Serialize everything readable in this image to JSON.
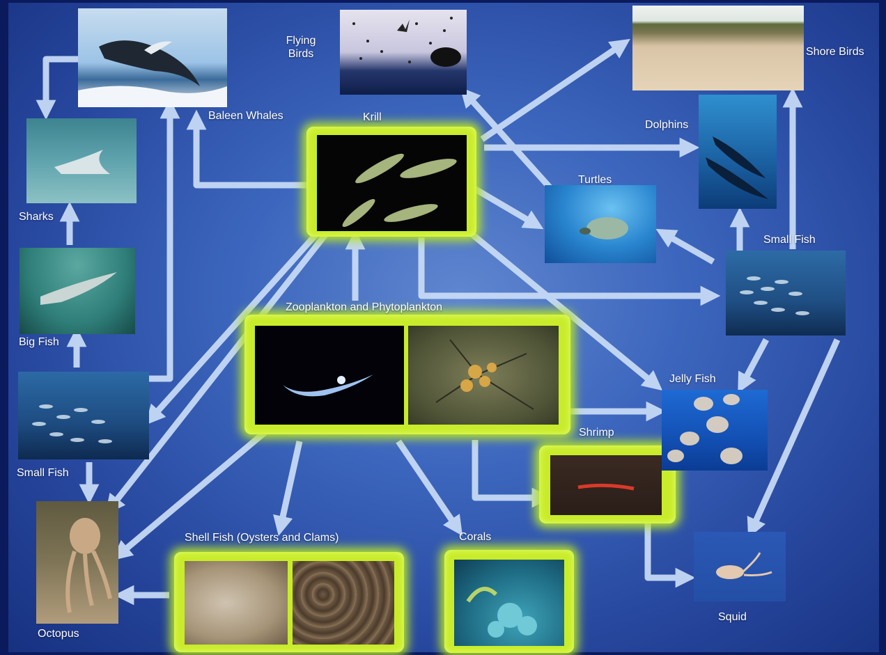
{
  "organisms": {
    "baleen_whales": "Baleen Whales",
    "flying_birds": "Flying Birds",
    "shore_birds": "Shore Birds",
    "krill": "Krill",
    "dolphins": "Dolphins",
    "turtles": "Turtles",
    "sharks": "Sharks",
    "small_fish_right": "Small Fish",
    "big_fish": "Big Fish",
    "plankton": "Zooplankton and Phytoplankton",
    "jelly_fish": "Jelly Fish",
    "shrimp": "Shrimp",
    "small_fish_left": "Small Fish",
    "shell_fish": "Shell Fish (Oysters and Clams)",
    "corals": "Corals",
    "octopus": "Octopus",
    "squid": "Squid"
  },
  "food_links": [
    [
      "Krill",
      "Baleen Whales"
    ],
    [
      "Krill",
      "Shore Birds"
    ],
    [
      "Krill",
      "Dolphins"
    ],
    [
      "Krill",
      "Turtles"
    ],
    [
      "Krill",
      "Small Fish (right)"
    ],
    [
      "Krill",
      "Jelly Fish"
    ],
    [
      "Krill",
      "Small Fish (left)"
    ],
    [
      "Krill",
      "Octopus"
    ],
    [
      "Turtles",
      "Flying Birds"
    ],
    [
      "Small Fish (right)",
      "Turtles"
    ],
    [
      "Small Fish (right)",
      "Dolphins"
    ],
    [
      "Small Fish (right)",
      "Shore Birds"
    ],
    [
      "Small Fish (right)",
      "Jelly Fish"
    ],
    [
      "Small Fish (right)",
      "Squid"
    ],
    [
      "Zooplankton and Phytoplankton",
      "Krill"
    ],
    [
      "Zooplankton and Phytoplankton",
      "Jelly Fish"
    ],
    [
      "Zooplankton and Phytoplankton",
      "Shrimp"
    ],
    [
      "Zooplankton and Phytoplankton",
      "Shell Fish (Oysters and Clams)"
    ],
    [
      "Zooplankton and Phytoplankton",
      "Corals"
    ],
    [
      "Zooplankton and Phytoplankton",
      "Octopus"
    ],
    [
      "Shrimp",
      "Squid"
    ],
    [
      "Baleen Whales",
      "Sharks"
    ],
    [
      "Big Fish",
      "Sharks"
    ],
    [
      "Small Fish (left)",
      "Big Fish"
    ],
    [
      "Small Fish (left)",
      "Baleen Whales"
    ],
    [
      "Small Fish (left)",
      "Octopus"
    ],
    [
      "Shell Fish (Oysters and Clams)",
      "Octopus"
    ]
  ],
  "colors": {
    "background": "#3c66bd",
    "arrow": "#c9dcf7",
    "highlight_glow": "#c8ec2a"
  }
}
